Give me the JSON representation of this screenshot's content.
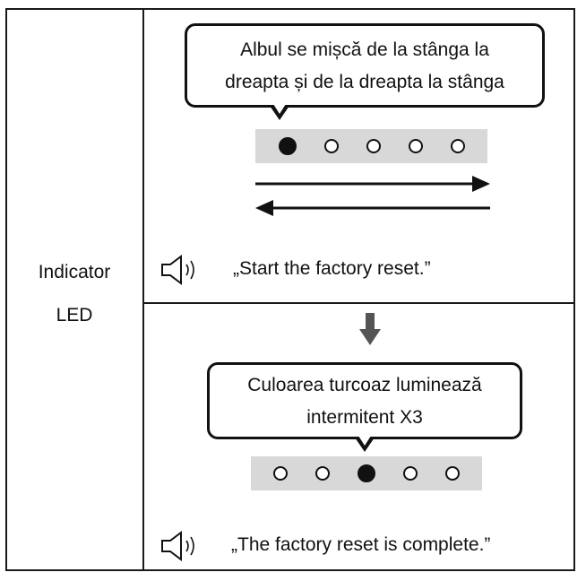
{
  "row_label": {
    "line1": "Indicator",
    "line2": "LED"
  },
  "step1": {
    "bubble_line1": "Albul se mișcă de la stânga la",
    "bubble_line2": "dreapta și de la dreapta la stânga",
    "leds": [
      true,
      false,
      false,
      false,
      false
    ],
    "audio_text": "„Start the factory reset.”",
    "speaker_icon": "speaker-sound-icon"
  },
  "step2": {
    "bubble_line1": "Culoarea turcoaz luminează",
    "bubble_line2": "intermitent X3",
    "leds": [
      false,
      false,
      true,
      false,
      false
    ],
    "audio_text": "„The factory reset is complete.”",
    "speaker_icon": "speaker-sound-icon"
  },
  "arrows": {
    "direction_icons": [
      "arrow-right-icon",
      "arrow-left-icon",
      "arrow-down-icon"
    ]
  },
  "colors": {
    "border": "#1a1a1a",
    "strip": "#d8d8d8",
    "led_on": "#111111"
  }
}
